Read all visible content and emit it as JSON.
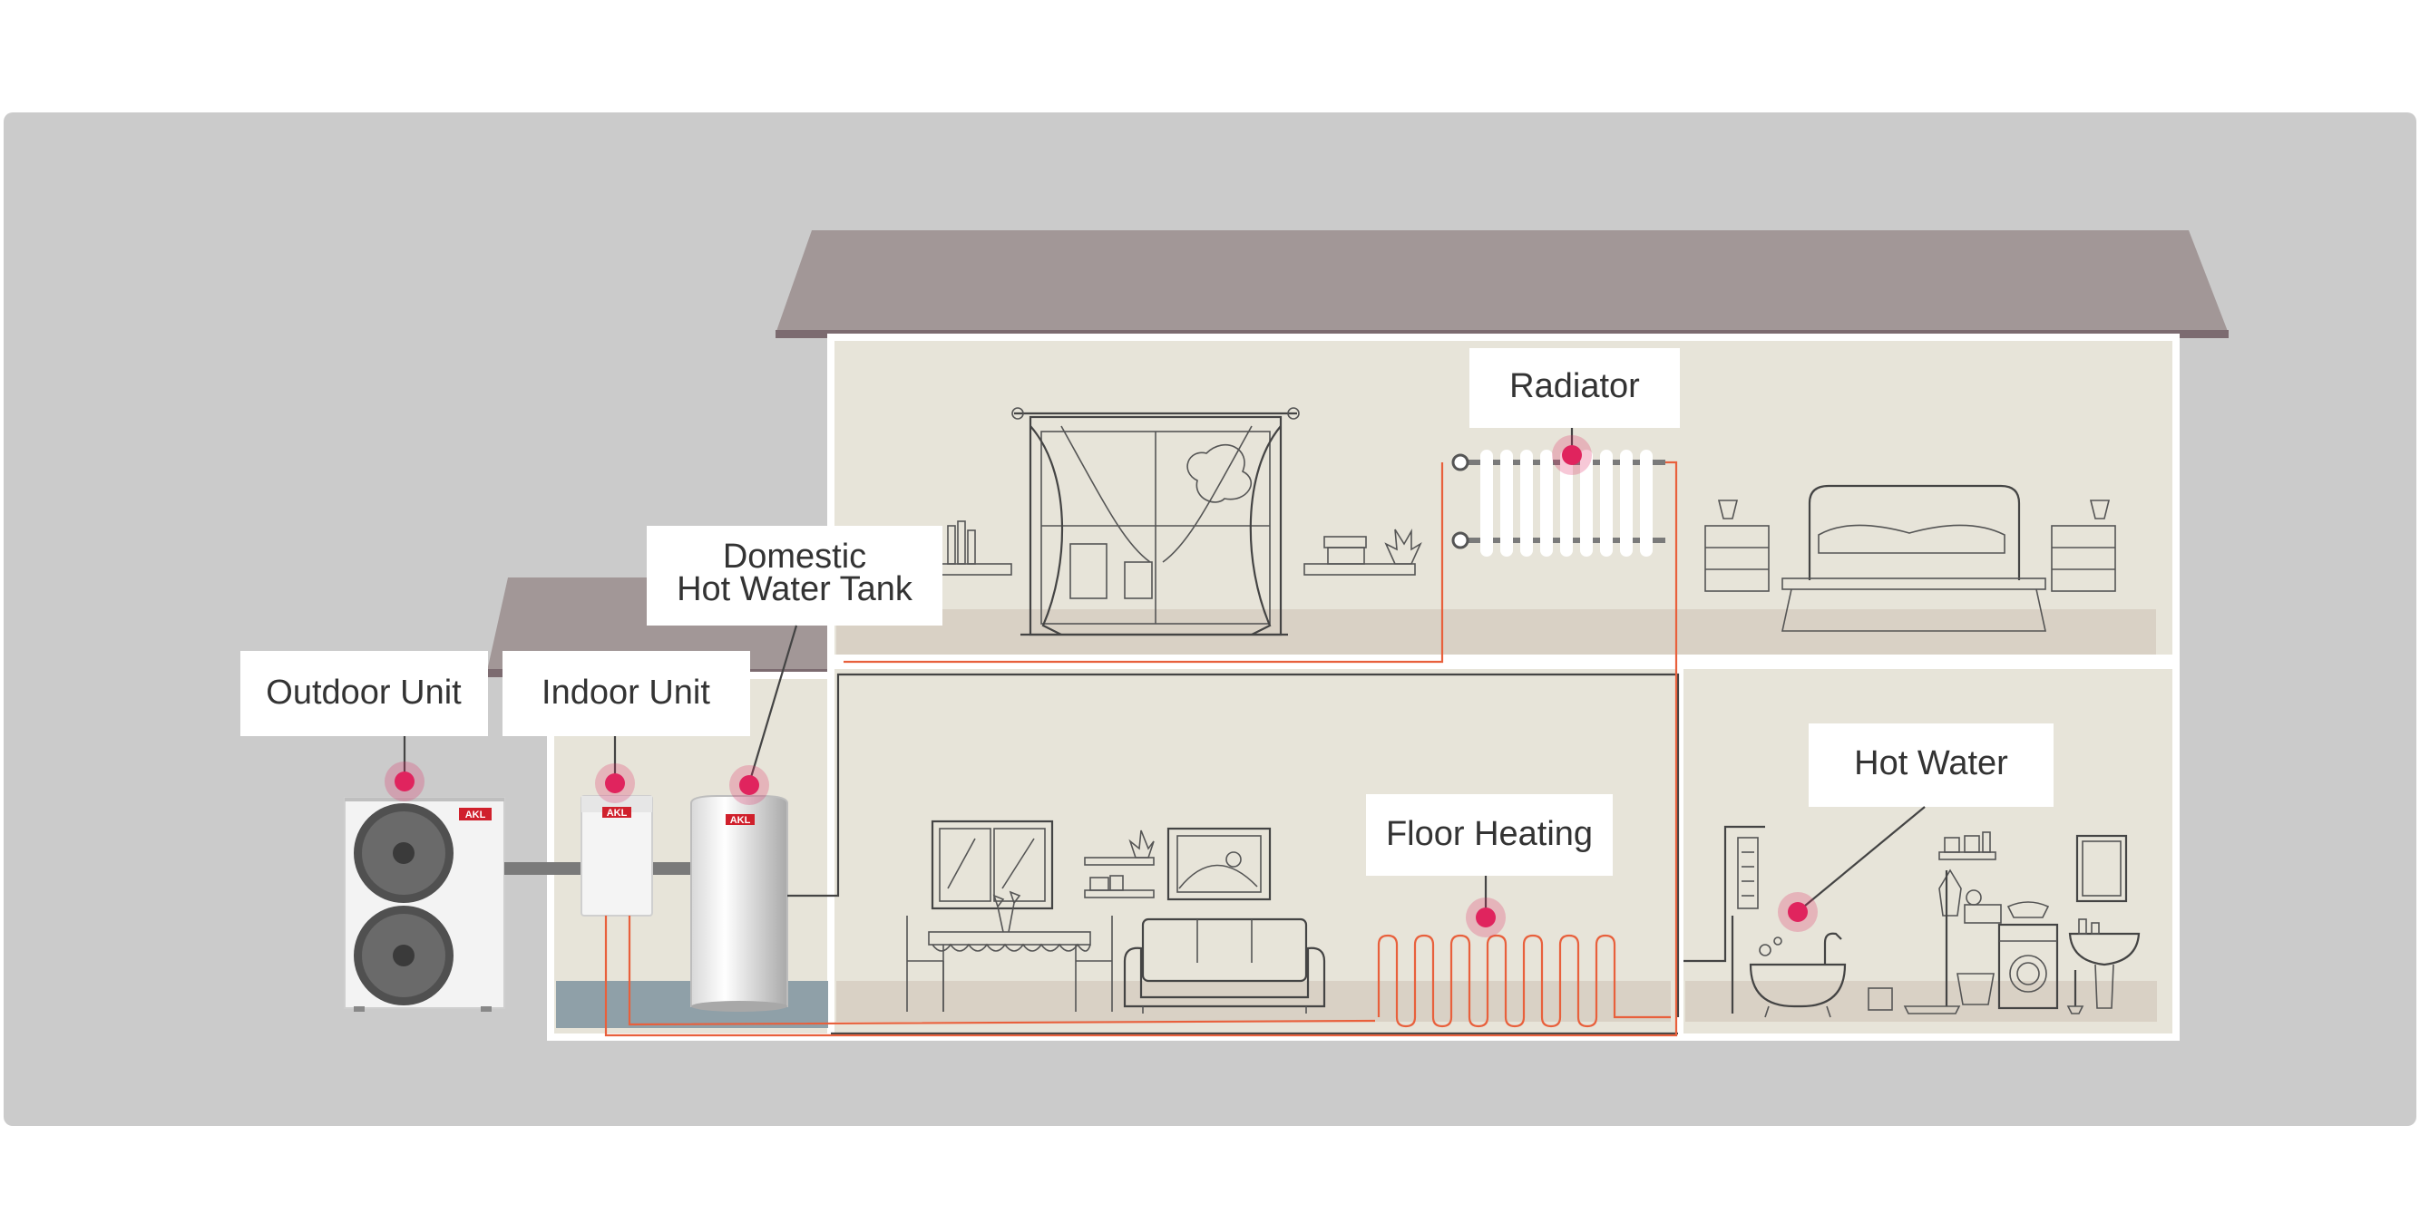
{
  "labels": {
    "outdoor_unit": "Outdoor Unit",
    "indoor_unit": "Indoor Unit",
    "dhw_tank_line1": "Domestic",
    "dhw_tank_line2": "Hot Water Tank",
    "radiator": "Radiator",
    "floor_heating": "Floor Heating",
    "hot_water": "Hot Water"
  },
  "brand": "AKL",
  "colors": {
    "panel_background": "#cbcbcb",
    "roof": "#a29797",
    "roof_edge": "#7c6b70",
    "wall_fill": "#e7e4d9",
    "floor_strip": "#d9d1c5",
    "garage_floor": "#8fa0a8",
    "hotspot": "#e0245e",
    "pipe": "#e8603c"
  }
}
